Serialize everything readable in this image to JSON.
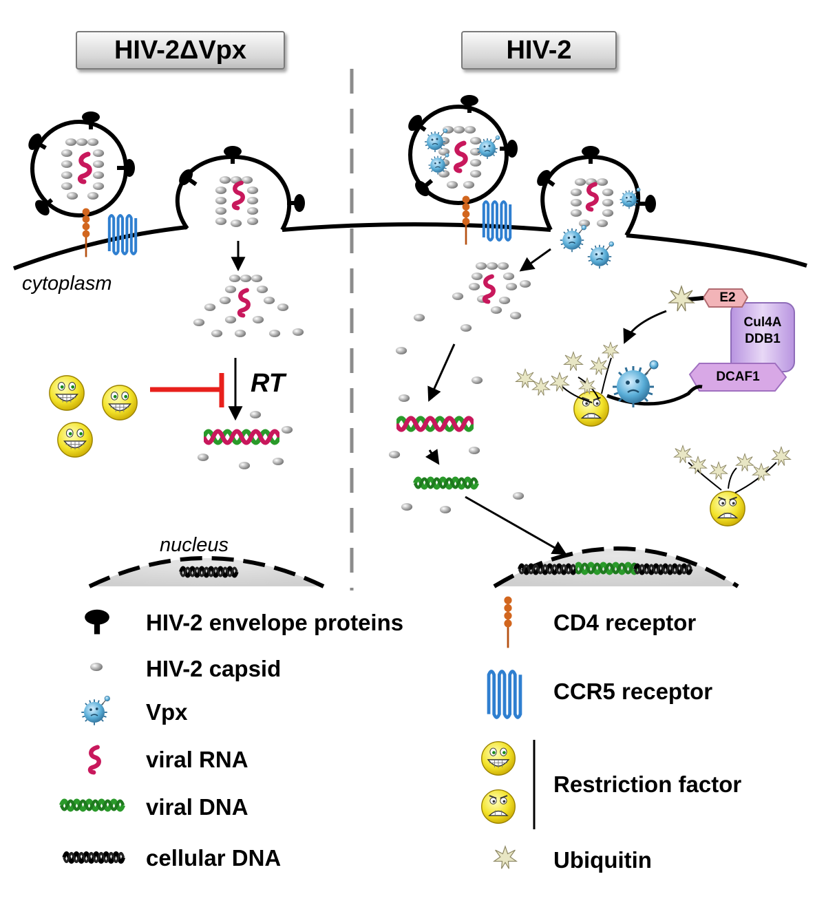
{
  "panels": {
    "left_title": "HIV-2ΔVpx",
    "right_title": "HIV-2"
  },
  "labels": {
    "cytoplasm": "cytoplasm",
    "nucleus": "nucleus",
    "rt": "RT",
    "e2": "E2",
    "cul4a": "Cul4A",
    "ddb1": "DDB1",
    "dcaf1": "DCAF1"
  },
  "legend": {
    "envelope": "HIV-2 envelope proteins",
    "capsid": "HIV-2 capsid",
    "vpx": "Vpx",
    "viral_rna": "viral RNA",
    "viral_dna": "viral DNA",
    "cellular_dna": "cellular DNA",
    "cd4": "CD4 receptor",
    "ccr5": "CCR5 receptor",
    "restriction": "Restriction factor",
    "ubiquitin": "Ubiquitin"
  },
  "colors": {
    "inhibition": "#e8201c",
    "viral_rna": "#c8185c",
    "viral_dna": "#2a9a2a",
    "ccr5": "#2f7fd0",
    "cd4": "#d2661e",
    "vpx": "#5aaed8",
    "restriction": "#f3e32a",
    "e2": "#f2b4b8",
    "cul4a": "#ccaee6",
    "dcaf1": "#d8a8e6"
  },
  "icons": [
    "envelope-protein-icon",
    "capsid-icon",
    "vpx-icon",
    "viral-rna-icon",
    "viral-dna-icon",
    "cellular-dna-icon",
    "cd4-receptor-icon",
    "ccr5-receptor-icon",
    "restriction-factor-happy-icon",
    "restriction-factor-sad-icon",
    "ubiquitin-icon"
  ]
}
